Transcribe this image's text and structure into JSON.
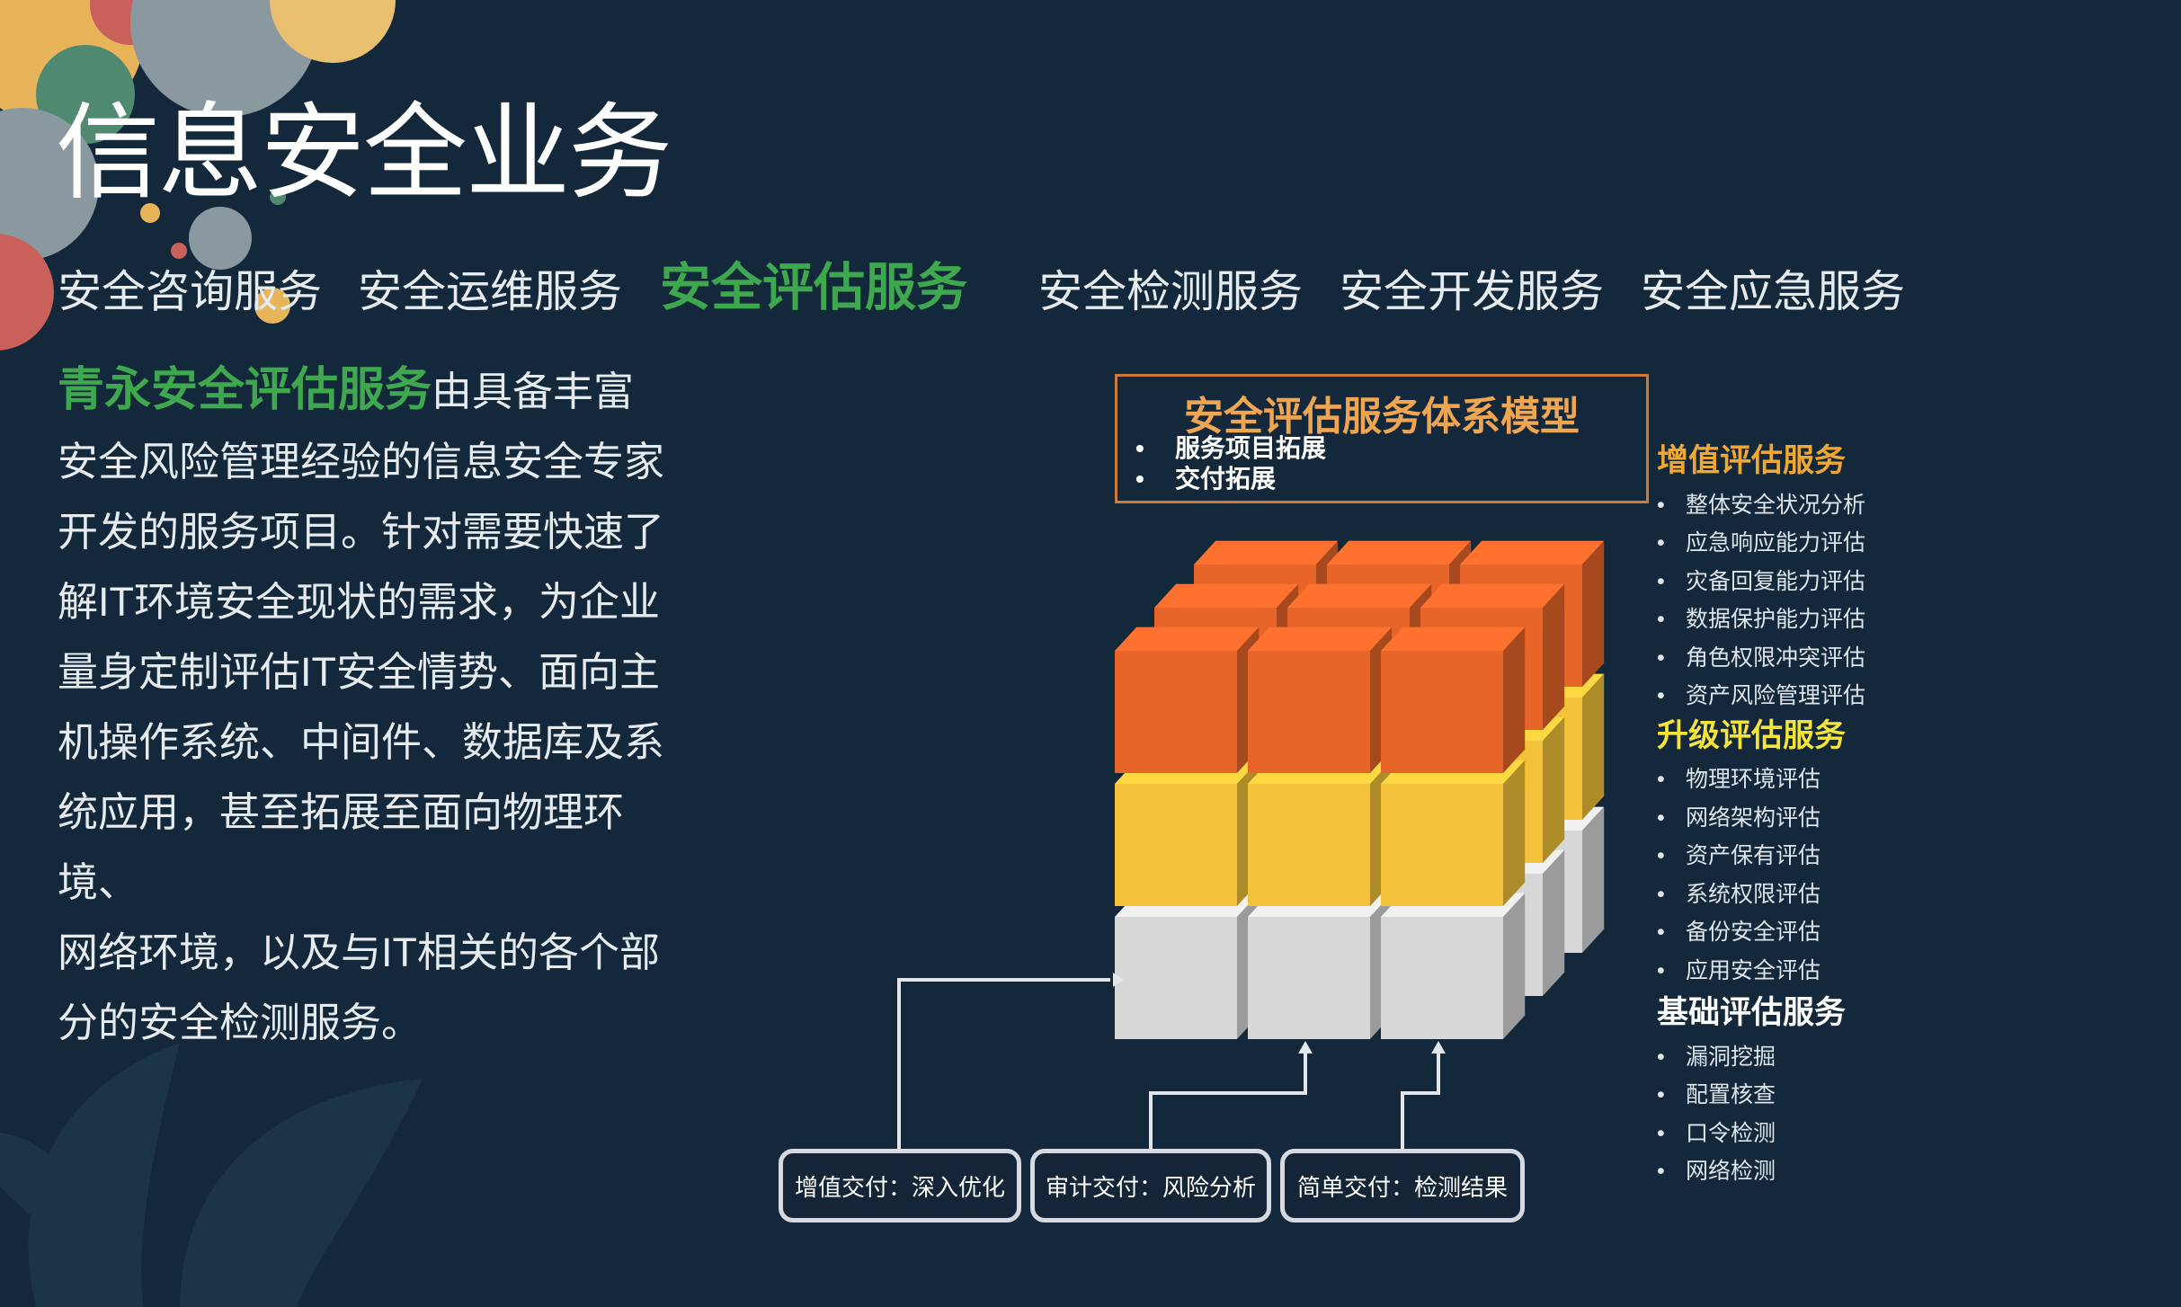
{
  "page": {
    "title": "信息安全业务",
    "background_color": "#13283a",
    "accent_color": "#3ea84e"
  },
  "nav": {
    "tabs": [
      {
        "label": "安全咨询服务",
        "active": false
      },
      {
        "label": "安全运维服务",
        "active": false
      },
      {
        "label": "安全评估服务",
        "active": true
      },
      {
        "label": "安全检测服务",
        "active": false
      },
      {
        "label": "安全开发服务",
        "active": false
      },
      {
        "label": "安全应急服务",
        "active": false
      }
    ]
  },
  "intro": {
    "highlight": "青永安全评估服务",
    "lines": [
      "由具备丰富",
      "安全风险管理经验的信息安全专家",
      "开发的服务项目。针对需要快速了",
      "解IT环境安全现状的需求，为企业",
      "量身定制评估IT安全情势、面向主",
      "机操作系统、中间件、数据库及系",
      "统应用，甚至拓展至面向物理环境、",
      "网络环境，以及与IT相关的各个部",
      "分的安全检测服务。"
    ]
  },
  "model": {
    "title": "安全评估服务体系模型",
    "bullets": [
      "服务项目拓展",
      "交付拓展"
    ],
    "layer_colors": {
      "top": "#e8652a",
      "middle": "#f3c23a",
      "bottom": "#d7d7d7"
    }
  },
  "groups": [
    {
      "title": "增值评估服务",
      "color": "#f0a832",
      "items": [
        "整体安全状况分析",
        "应急响应能力评估",
        "灾备回复能力评估",
        "数据保护能力评估",
        "角色权限冲突评估",
        "资产风险管理评估"
      ]
    },
    {
      "title": "升级评估服务",
      "color": "#f5e43a",
      "items": [
        "物理环境评估",
        "网络架构评估",
        "资产保有评估",
        "系统权限评估",
        "备份安全评估",
        "应用安全评估"
      ]
    },
    {
      "title": "基础评估服务",
      "color": "#ffffff",
      "items": [
        "漏洞挖掘",
        "配置核查",
        "口令检测",
        "网络检测"
      ]
    }
  ],
  "flow": {
    "buttons": [
      "增值交付：深入优化",
      "审计交付：风险分析",
      "简单交付：检测结果"
    ]
  }
}
